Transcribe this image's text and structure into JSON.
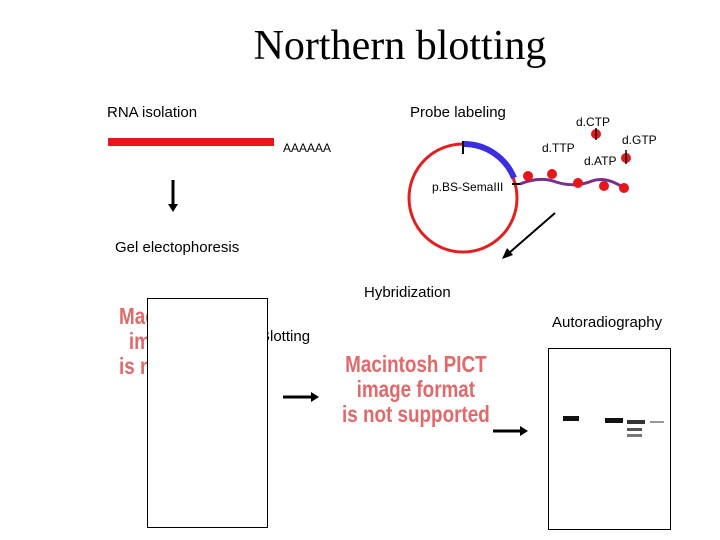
{
  "title": "Northern blotting",
  "steps": {
    "rna_isolation": "RNA isolation",
    "probe_labeling": "Probe labeling",
    "gel_electrophoresis": "Gel electophoresis",
    "hybridization": "Hybridization",
    "blotting": "Blotting",
    "autoradiography": "Autoradiography"
  },
  "rna": {
    "polyA_tail": "AAAAAA",
    "color": "#e8151b"
  },
  "probe": {
    "plasmid_label": "p.BS-SemaIII",
    "nucleotides": {
      "dctp": "d.CTP",
      "dgtp": "d.GTP",
      "dttp": "d.TTP",
      "datp": "d.ATP"
    },
    "plasmid_color": "#e02020",
    "insert_color": "#3a2ee0",
    "strand_color": "#7b2f8c"
  },
  "unsupported_image": {
    "line1": "Macintosh PICT",
    "line2": "image format",
    "line3": "is not supported",
    "left_clip_line1": "Mac",
    "left_clip_line2": "im",
    "left_clip_line3": "is n"
  }
}
